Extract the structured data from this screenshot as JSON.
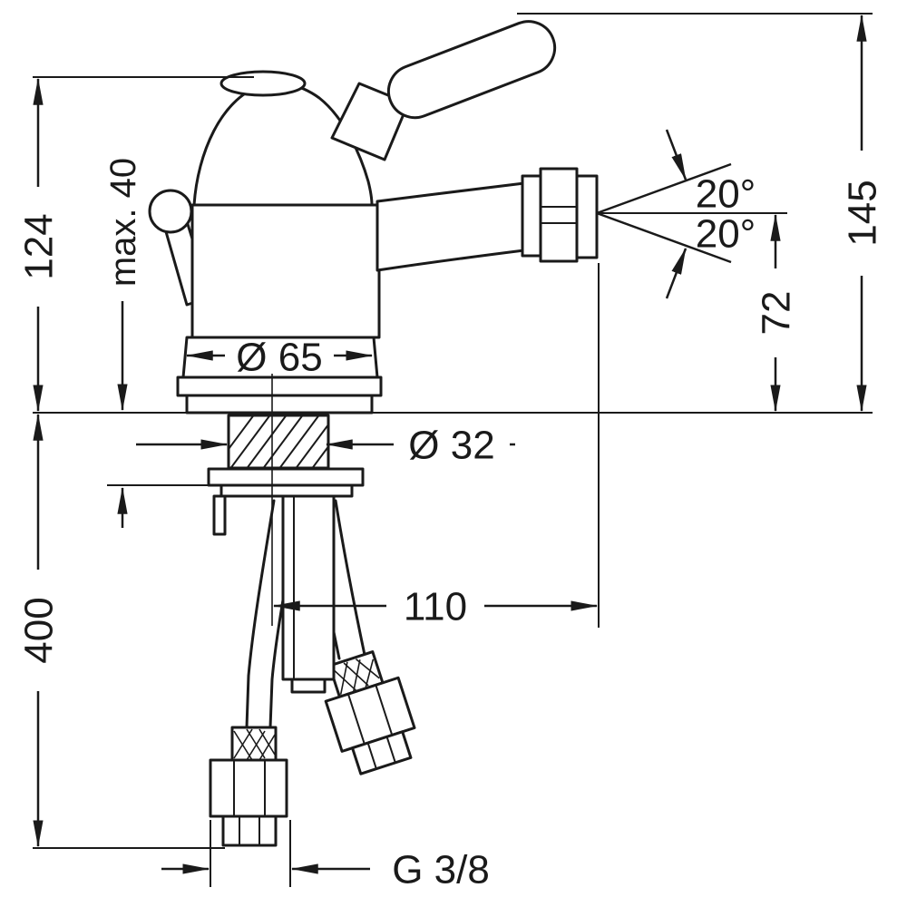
{
  "drawing": {
    "dimensions": {
      "height_handle": "124",
      "max_mount_thickness": "max. 40",
      "base_diameter": "Ø 65",
      "shank_diameter": "Ø 32",
      "hose_length": "400",
      "spout_reach": "110",
      "thread": "G 3/8",
      "total_height": "145",
      "outlet_height": "72",
      "angle_upper": "20°",
      "angle_lower": "20°"
    }
  }
}
